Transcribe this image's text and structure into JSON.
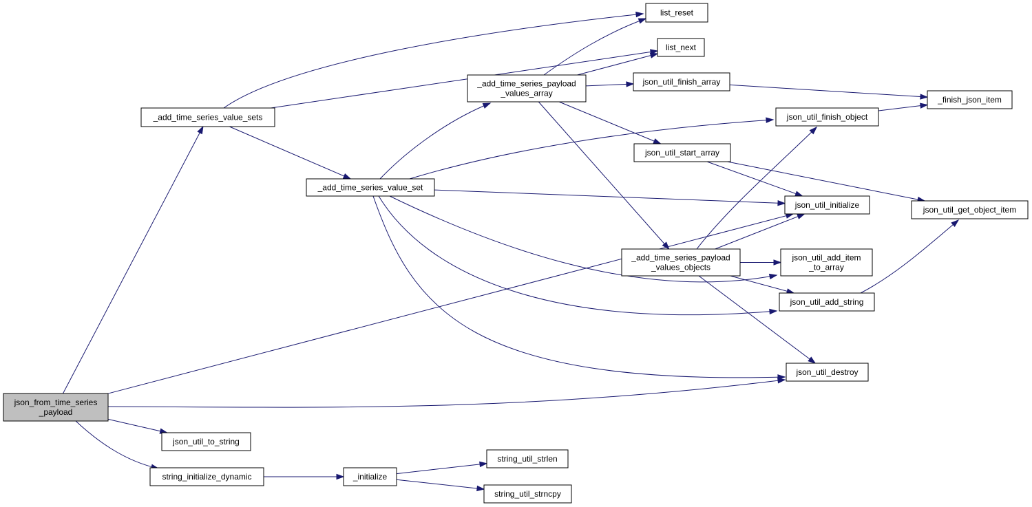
{
  "graph": {
    "root": "json_from_time_series_payload",
    "colors": {
      "node_fill": "#ffffff",
      "root_fill": "#bfbfbf",
      "edge": "#191970",
      "border": "#000000"
    },
    "nodes": [
      {
        "id": "json_from_time_series_payload",
        "lines": [
          "json_from_time_series",
          "_payload"
        ]
      },
      {
        "id": "_add_time_series_value_sets",
        "lines": [
          "_add_time_series_value_sets"
        ]
      },
      {
        "id": "_add_time_series_value_set",
        "lines": [
          "_add_time_series_value_set"
        ]
      },
      {
        "id": "_add_time_series_payload_values_array",
        "lines": [
          "_add_time_series_payload",
          "_values_array"
        ]
      },
      {
        "id": "_add_time_series_payload_values_objects",
        "lines": [
          "_add_time_series_payload",
          "_values_objects"
        ]
      },
      {
        "id": "list_reset",
        "lines": [
          "list_reset"
        ]
      },
      {
        "id": "list_next",
        "lines": [
          "list_next"
        ]
      },
      {
        "id": "json_util_finish_array",
        "lines": [
          "json_util_finish_array"
        ]
      },
      {
        "id": "json_util_finish_object",
        "lines": [
          "json_util_finish_object"
        ]
      },
      {
        "id": "json_util_start_array",
        "lines": [
          "json_util_start_array"
        ]
      },
      {
        "id": "json_util_initialize",
        "lines": [
          "json_util_initialize"
        ]
      },
      {
        "id": "json_util_add_item_to_array",
        "lines": [
          "json_util_add_item",
          "_to_array"
        ]
      },
      {
        "id": "json_util_add_string",
        "lines": [
          "json_util_add_string"
        ]
      },
      {
        "id": "json_util_destroy",
        "lines": [
          "json_util_destroy"
        ]
      },
      {
        "id": "_finish_json_item",
        "lines": [
          "_finish_json_item"
        ]
      },
      {
        "id": "json_util_get_object_item",
        "lines": [
          "json_util_get_object_item"
        ]
      },
      {
        "id": "json_util_to_string",
        "lines": [
          "json_util_to_string"
        ]
      },
      {
        "id": "string_initialize_dynamic",
        "lines": [
          "string_initialize_dynamic"
        ]
      },
      {
        "id": "_initialize",
        "lines": [
          "_initialize"
        ]
      },
      {
        "id": "string_util_strlen",
        "lines": [
          "string_util_strlen"
        ]
      },
      {
        "id": "string_util_strncpy",
        "lines": [
          "string_util_strncpy"
        ]
      }
    ],
    "edges": [
      {
        "from": "json_from_time_series_payload",
        "to": "_add_time_series_value_sets"
      },
      {
        "from": "json_from_time_series_payload",
        "to": "json_util_initialize"
      },
      {
        "from": "json_from_time_series_payload",
        "to": "json_util_destroy"
      },
      {
        "from": "json_from_time_series_payload",
        "to": "json_util_to_string"
      },
      {
        "from": "json_from_time_series_payload",
        "to": "string_initialize_dynamic"
      },
      {
        "from": "_add_time_series_value_sets",
        "to": "list_reset"
      },
      {
        "from": "_add_time_series_value_sets",
        "to": "list_next"
      },
      {
        "from": "_add_time_series_value_sets",
        "to": "_add_time_series_value_set"
      },
      {
        "from": "_add_time_series_value_set",
        "to": "_add_time_series_payload_values_array"
      },
      {
        "from": "_add_time_series_value_set",
        "to": "json_util_finish_object"
      },
      {
        "from": "_add_time_series_value_set",
        "to": "json_util_initialize"
      },
      {
        "from": "_add_time_series_value_set",
        "to": "json_util_add_item_to_array"
      },
      {
        "from": "_add_time_series_value_set",
        "to": "json_util_add_string"
      },
      {
        "from": "_add_time_series_value_set",
        "to": "json_util_destroy"
      },
      {
        "from": "_add_time_series_payload_values_array",
        "to": "list_reset"
      },
      {
        "from": "_add_time_series_payload_values_array",
        "to": "list_next"
      },
      {
        "from": "_add_time_series_payload_values_array",
        "to": "json_util_finish_array"
      },
      {
        "from": "_add_time_series_payload_values_array",
        "to": "json_util_start_array"
      },
      {
        "from": "_add_time_series_payload_values_array",
        "to": "_add_time_series_payload_values_objects"
      },
      {
        "from": "json_util_finish_array",
        "to": "_finish_json_item"
      },
      {
        "from": "json_util_finish_object",
        "to": "_finish_json_item"
      },
      {
        "from": "json_util_start_array",
        "to": "json_util_initialize"
      },
      {
        "from": "json_util_start_array",
        "to": "json_util_get_object_item"
      },
      {
        "from": "_add_time_series_payload_values_objects",
        "to": "json_util_finish_object"
      },
      {
        "from": "_add_time_series_payload_values_objects",
        "to": "json_util_initialize"
      },
      {
        "from": "_add_time_series_payload_values_objects",
        "to": "json_util_add_item_to_array"
      },
      {
        "from": "_add_time_series_payload_values_objects",
        "to": "json_util_add_string"
      },
      {
        "from": "_add_time_series_payload_values_objects",
        "to": "json_util_destroy"
      },
      {
        "from": "json_util_add_string",
        "to": "json_util_get_object_item"
      },
      {
        "from": "string_initialize_dynamic",
        "to": "_initialize"
      },
      {
        "from": "_initialize",
        "to": "string_util_strlen"
      },
      {
        "from": "_initialize",
        "to": "string_util_strncpy"
      }
    ]
  }
}
